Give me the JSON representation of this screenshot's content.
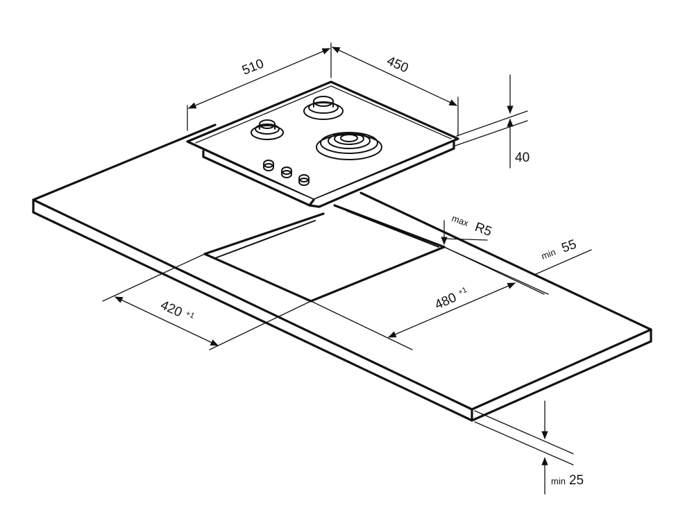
{
  "dimensions": {
    "hob_width": "510",
    "hob_depth": "450",
    "hob_height": "40",
    "cutout_width": "480",
    "cutout_width_tol": "+1",
    "cutout_depth": "420",
    "cutout_depth_tol": "+1",
    "corner_radius_prefix": "max",
    "corner_radius": "R5",
    "edge_distance_prefix": "min",
    "edge_distance": "55",
    "worktop_thickness_prefix": "min",
    "worktop_thickness": "25"
  },
  "colors": {
    "line": "#111111",
    "background": "#ffffff"
  }
}
